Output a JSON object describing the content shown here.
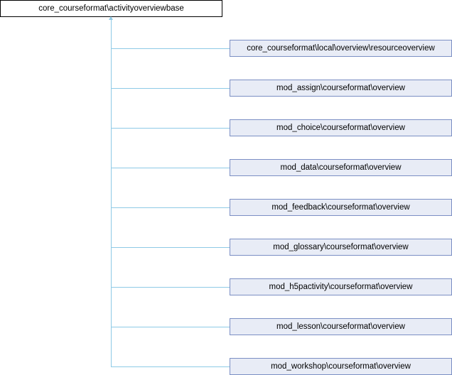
{
  "base_class": "core_courseformat\\activityoverviewbase",
  "derived_classes": [
    "core_courseformat\\local\\overview\\resourceoverview",
    "mod_assign\\courseformat\\overview",
    "mod_choice\\courseformat\\overview",
    "mod_data\\courseformat\\overview",
    "mod_feedback\\courseformat\\overview",
    "mod_glossary\\courseformat\\overview",
    "mod_h5pactivity\\courseformat\\overview",
    "mod_lesson\\courseformat\\overview",
    "mod_workshop\\courseformat\\overview"
  ],
  "colors": {
    "edge": "#8ecae6",
    "node_fill": "#e8ecf6",
    "node_border": "#7b8fc4"
  }
}
